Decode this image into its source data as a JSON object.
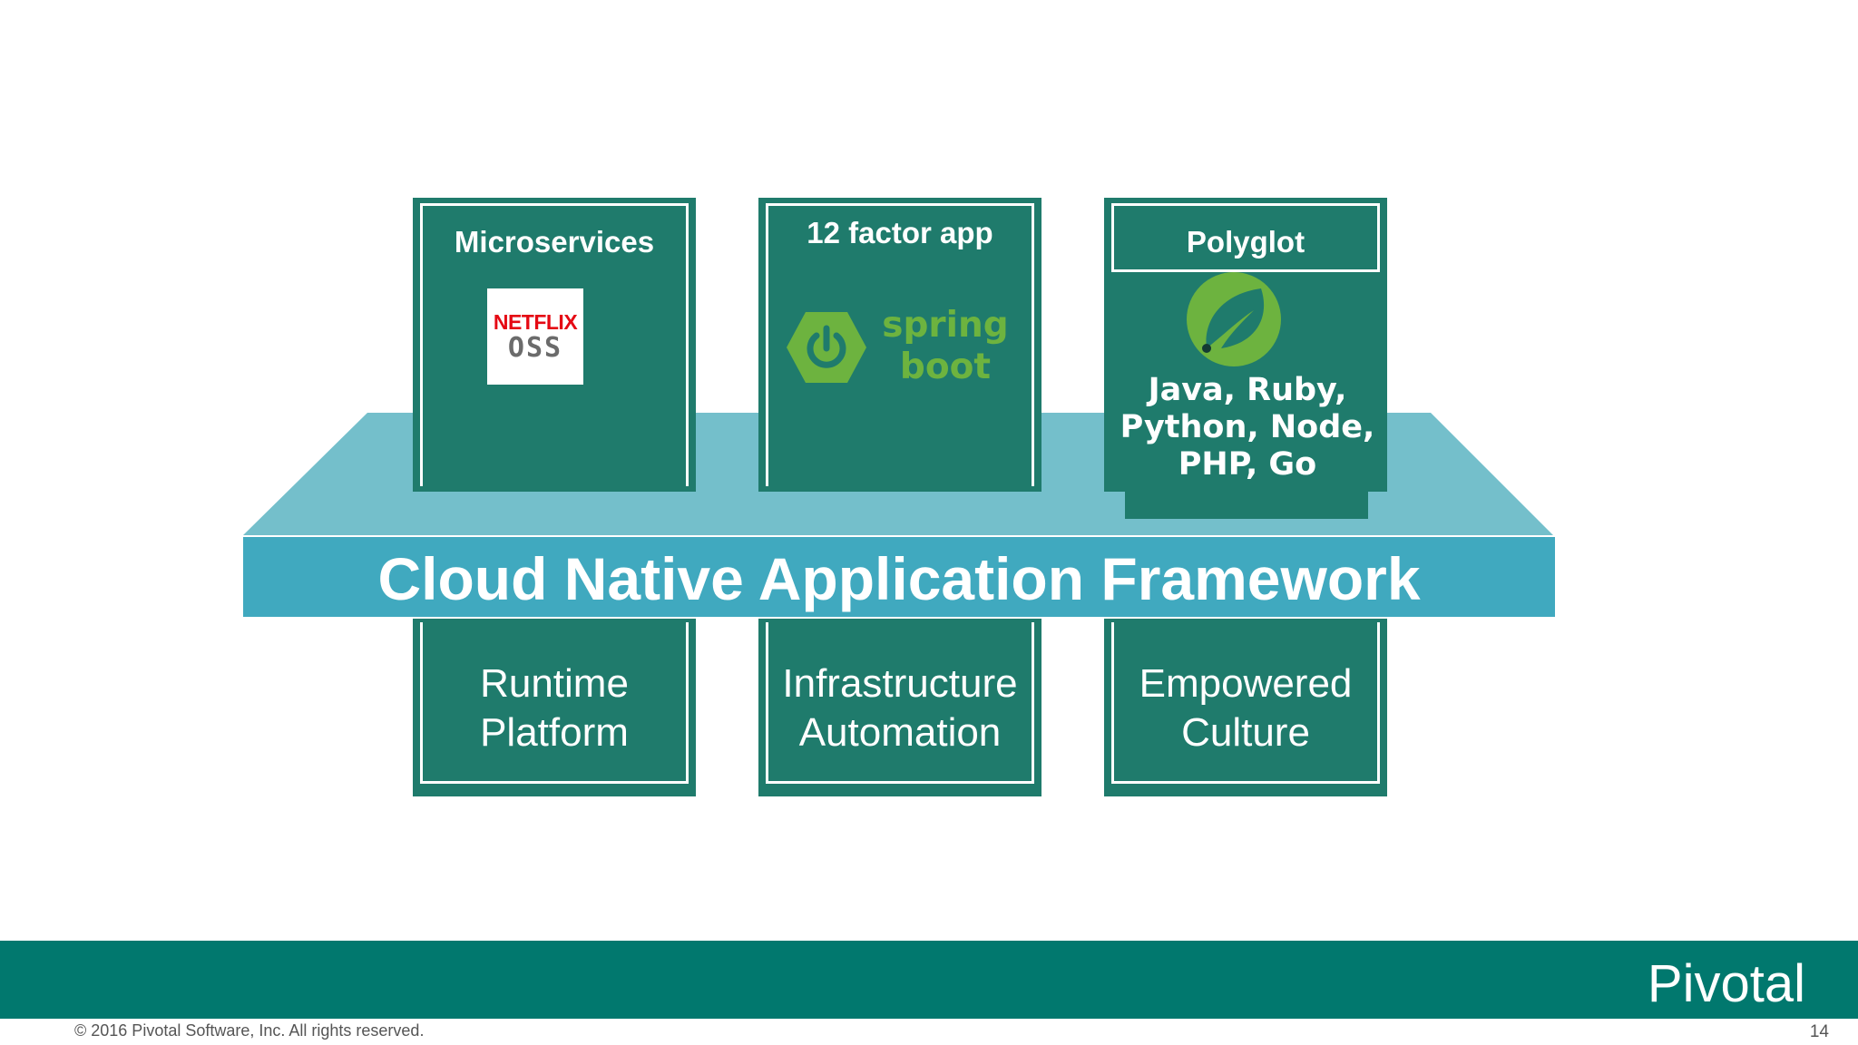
{
  "colors": {
    "card": "#1f7b6c",
    "shelf_top": "#74bfcb",
    "banner": "#40a9bf",
    "footer": "#01786e",
    "spring_green": "#6db33f",
    "netflix_red": "#e50914"
  },
  "top_cards": [
    {
      "title": "Microservices",
      "logo": {
        "icon": "netflix-oss-logo",
        "line1": "NETFLIX",
        "line2": "OSS"
      }
    },
    {
      "title": "12 factor app",
      "logo": {
        "icon": "spring-boot-logo",
        "line1": "spring",
        "line2": "boot"
      }
    },
    {
      "title": "Polyglot",
      "logo": {
        "icon": "spring-leaf-logo"
      },
      "text": "Java, Ruby, Python, Node, PHP, Go"
    }
  ],
  "framework_label": "Cloud Native Application Framework",
  "bottom_cards": [
    {
      "line1": "Runtime",
      "line2": "Platform"
    },
    {
      "line1": "Infrastructure",
      "line2": "Automation"
    },
    {
      "line1": "Empowered",
      "line2": "Culture"
    }
  ],
  "footer": {
    "brand": "Pivotal",
    "copyright": "© 2016 Pivotal Software, Inc.  All rights reserved.",
    "page_number": "14"
  }
}
